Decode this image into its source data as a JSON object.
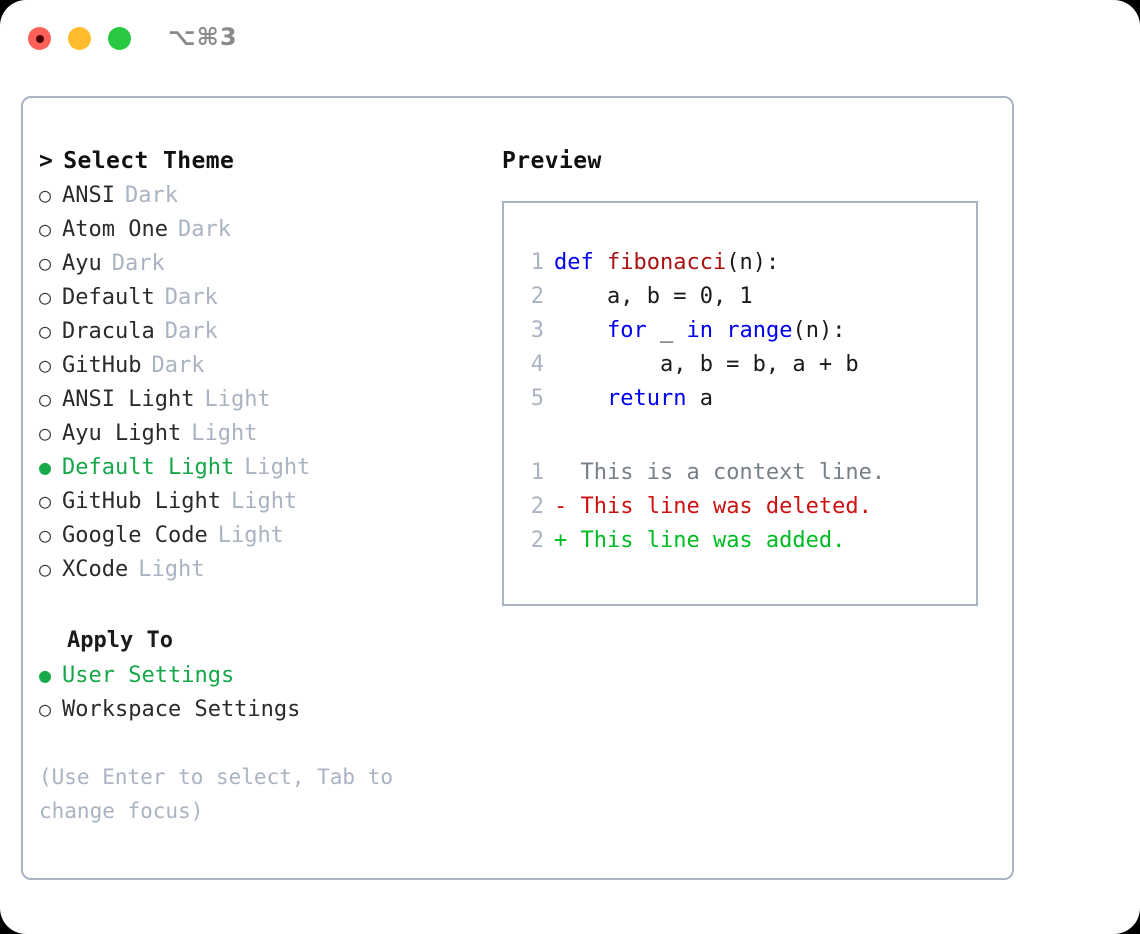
{
  "window": {
    "title": "⌥⌘3",
    "controls": [
      {
        "name": "close",
        "color": "#ff6159"
      },
      {
        "name": "minimize",
        "color": "#ffbd2e"
      },
      {
        "name": "maximize",
        "color": "#28c840"
      }
    ]
  },
  "theme_selector": {
    "header": "Select Theme",
    "caret": ">",
    "radio_off": "○",
    "radio_on": "●",
    "items": [
      {
        "label": "ANSI",
        "badge": "Dark",
        "selected": false
      },
      {
        "label": "Atom One",
        "badge": "Dark",
        "selected": false
      },
      {
        "label": "Ayu",
        "badge": "Dark",
        "selected": false
      },
      {
        "label": "Default",
        "badge": "Dark",
        "selected": false
      },
      {
        "label": "Dracula",
        "badge": "Dark",
        "selected": false
      },
      {
        "label": "GitHub",
        "badge": "Dark",
        "selected": false
      },
      {
        "label": "ANSI Light",
        "badge": "Light",
        "selected": false
      },
      {
        "label": "Ayu Light",
        "badge": "Light",
        "selected": false
      },
      {
        "label": "Default Light",
        "badge": "Light",
        "selected": true
      },
      {
        "label": "GitHub Light",
        "badge": "Light",
        "selected": false
      },
      {
        "label": "Google Code",
        "badge": "Light",
        "selected": false
      },
      {
        "label": "XCode",
        "badge": "Light",
        "selected": false
      }
    ]
  },
  "apply_to": {
    "header": "Apply To",
    "items": [
      {
        "label": "User Settings",
        "selected": true
      },
      {
        "label": "Workspace Settings",
        "selected": false
      }
    ]
  },
  "hint": "(Use Enter to select, Tab to change focus)",
  "preview": {
    "title": "Preview",
    "code_lines": [
      {
        "num": "1",
        "tokens": [
          {
            "t": "def ",
            "cls": "tok-kw"
          },
          {
            "t": "fibonacci",
            "cls": "tok-fn"
          },
          {
            "t": "(n):",
            "cls": "tok-pl"
          }
        ]
      },
      {
        "num": "2",
        "tokens": [
          {
            "t": "    a, b = 0, 1",
            "cls": "tok-pl"
          }
        ]
      },
      {
        "num": "3",
        "tokens": [
          {
            "t": "    ",
            "cls": "tok-pl"
          },
          {
            "t": "for",
            "cls": "tok-kw"
          },
          {
            "t": " _ ",
            "cls": "tok-pl"
          },
          {
            "t": "in",
            "cls": "tok-kw"
          },
          {
            "t": " ",
            "cls": "tok-pl"
          },
          {
            "t": "range",
            "cls": "tok-kw"
          },
          {
            "t": "(n):",
            "cls": "tok-pl"
          }
        ]
      },
      {
        "num": "4",
        "tokens": [
          {
            "t": "        a, b = b, a + b",
            "cls": "tok-pl"
          }
        ]
      },
      {
        "num": "5",
        "tokens": [
          {
            "t": "    ",
            "cls": "tok-pl"
          },
          {
            "t": "return",
            "cls": "tok-kw"
          },
          {
            "t": " a",
            "cls": "tok-pl"
          }
        ]
      }
    ],
    "diff_lines": [
      {
        "num": "1",
        "marker": " ",
        "text": " This is a context line.",
        "kind": "diff-ctx"
      },
      {
        "num": "2",
        "marker": "-",
        "text": " This line was deleted.",
        "kind": "diff-del"
      },
      {
        "num": "2",
        "marker": "+",
        "text": " This line was added.",
        "kind": "diff-add"
      }
    ]
  },
  "colors": {
    "accent_green": "#16a74a",
    "muted": "#a9b3c2",
    "keyword_blue": "#0000ee",
    "function_red": "#aa1111",
    "diff_added": "#00bb22",
    "diff_deleted": "#cc1111"
  }
}
